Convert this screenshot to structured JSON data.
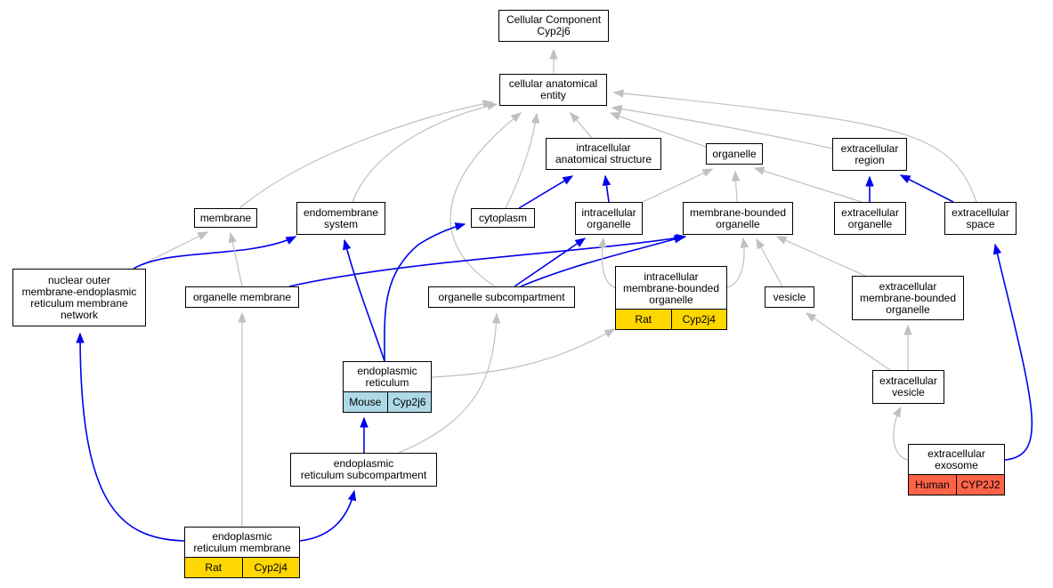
{
  "colors": {
    "is_a_edge": "#c0c0c0",
    "part_of_edge": "#0000ee",
    "rat_annotation": "#ffd700",
    "mouse_annotation": "#add8e6",
    "human_annotation": "#ff6347"
  },
  "nodes": {
    "root": {
      "label": "Cellular Component\nCyp2j6"
    },
    "cellular_anatomical_entity": {
      "label": "cellular anatomical\nentity"
    },
    "intracellular_anatomical_structure": {
      "label": "intracellular\nanatomical structure"
    },
    "organelle": {
      "label": "organelle"
    },
    "extracellular_region": {
      "label": "extracellular\nregion"
    },
    "membrane": {
      "label": "membrane"
    },
    "endomembrane_system": {
      "label": "endomembrane\nsystem"
    },
    "cytoplasm": {
      "label": "cytoplasm"
    },
    "intracellular_organelle": {
      "label": "intracellular\norganelle"
    },
    "membrane_bounded_organelle": {
      "label": "membrane-bounded\norganelle"
    },
    "extracellular_organelle": {
      "label": "extracellular\norganelle"
    },
    "extracellular_space": {
      "label": "extracellular\nspace"
    },
    "nuclear_outer_membrane_er_network": {
      "label": "nuclear outer\nmembrane-endoplasmic\nreticulum membrane\nnetwork"
    },
    "organelle_membrane": {
      "label": "organelle membrane"
    },
    "organelle_subcompartment": {
      "label": "organelle subcompartment"
    },
    "intracellular_membrane_bounded_organelle": {
      "label": "intracellular\nmembrane-bounded\norganelle",
      "annotation": {
        "species": "Rat",
        "gene": "Cyp2j4"
      }
    },
    "vesicle": {
      "label": "vesicle"
    },
    "extracellular_membrane_bounded_organelle": {
      "label": "extracellular\nmembrane-bounded\norganelle"
    },
    "endoplasmic_reticulum": {
      "label": "endoplasmic\nreticulum",
      "annotation": {
        "species": "Mouse",
        "gene": "Cyp2j6"
      }
    },
    "extracellular_vesicle": {
      "label": "extracellular\nvesicle"
    },
    "er_subcompartment": {
      "label": "endoplasmic\nreticulum subcompartment"
    },
    "extracellular_exosome": {
      "label": "extracellular\nexosome",
      "annotation": {
        "species": "Human",
        "gene": "CYP2J2"
      }
    },
    "er_membrane": {
      "label": "endoplasmic\nreticulum membrane",
      "annotation": {
        "species": "Rat",
        "gene": "Cyp2j4"
      }
    }
  },
  "edges": [
    {
      "from": "cellular_anatomical_entity",
      "to": "root",
      "relation": "is_a"
    },
    {
      "from": "intracellular_anatomical_structure",
      "to": "cellular_anatomical_entity",
      "relation": "is_a"
    },
    {
      "from": "organelle",
      "to": "cellular_anatomical_entity",
      "relation": "is_a"
    },
    {
      "from": "extracellular_region",
      "to": "cellular_anatomical_entity",
      "relation": "is_a"
    },
    {
      "from": "membrane",
      "to": "cellular_anatomical_entity",
      "relation": "is_a"
    },
    {
      "from": "endomembrane_system",
      "to": "cellular_anatomical_entity",
      "relation": "is_a"
    },
    {
      "from": "cytoplasm",
      "to": "cellular_anatomical_entity",
      "relation": "is_a"
    },
    {
      "from": "organelle_subcompartment",
      "to": "cellular_anatomical_entity",
      "relation": "is_a"
    },
    {
      "from": "extracellular_space",
      "to": "cellular_anatomical_entity",
      "relation": "is_a"
    },
    {
      "from": "cytoplasm",
      "to": "intracellular_anatomical_structure",
      "relation": "part_of"
    },
    {
      "from": "intracellular_organelle",
      "to": "intracellular_anatomical_structure",
      "relation": "part_of"
    },
    {
      "from": "intracellular_organelle",
      "to": "organelle",
      "relation": "is_a"
    },
    {
      "from": "membrane_bounded_organelle",
      "to": "organelle",
      "relation": "is_a"
    },
    {
      "from": "extracellular_organelle",
      "to": "organelle",
      "relation": "is_a"
    },
    {
      "from": "extracellular_organelle",
      "to": "extracellular_region",
      "relation": "part_of"
    },
    {
      "from": "extracellular_space",
      "to": "extracellular_region",
      "relation": "part_of"
    },
    {
      "from": "nuclear_outer_membrane_er_network",
      "to": "membrane",
      "relation": "is_a"
    },
    {
      "from": "nuclear_outer_membrane_er_network",
      "to": "endomembrane_system",
      "relation": "part_of"
    },
    {
      "from": "organelle_membrane",
      "to": "membrane",
      "relation": "is_a"
    },
    {
      "from": "organelle_membrane",
      "to": "membrane_bounded_organelle",
      "relation": "part_of"
    },
    {
      "from": "organelle_subcompartment",
      "to": "intracellular_organelle",
      "relation": "part_of"
    },
    {
      "from": "organelle_subcompartment",
      "to": "membrane_bounded_organelle",
      "relation": "part_of"
    },
    {
      "from": "intracellular_membrane_bounded_organelle",
      "to": "intracellular_organelle",
      "relation": "is_a"
    },
    {
      "from": "intracellular_membrane_bounded_organelle",
      "to": "membrane_bounded_organelle",
      "relation": "is_a"
    },
    {
      "from": "vesicle",
      "to": "membrane_bounded_organelle",
      "relation": "is_a"
    },
    {
      "from": "extracellular_membrane_bounded_organelle",
      "to": "membrane_bounded_organelle",
      "relation": "is_a"
    },
    {
      "from": "endoplasmic_reticulum",
      "to": "endomembrane_system",
      "relation": "part_of"
    },
    {
      "from": "endoplasmic_reticulum",
      "to": "cytoplasm",
      "relation": "part_of"
    },
    {
      "from": "endoplasmic_reticulum",
      "to": "intracellular_membrane_bounded_organelle",
      "relation": "is_a"
    },
    {
      "from": "extracellular_vesicle",
      "to": "vesicle",
      "relation": "is_a"
    },
    {
      "from": "extracellular_vesicle",
      "to": "extracellular_membrane_bounded_organelle",
      "relation": "is_a"
    },
    {
      "from": "er_subcompartment",
      "to": "endoplasmic_reticulum",
      "relation": "part_of"
    },
    {
      "from": "er_subcompartment",
      "to": "organelle_subcompartment",
      "relation": "is_a"
    },
    {
      "from": "extracellular_exosome",
      "to": "extracellular_vesicle",
      "relation": "is_a"
    },
    {
      "from": "extracellular_exosome",
      "to": "extracellular_space",
      "relation": "part_of"
    },
    {
      "from": "er_membrane",
      "to": "nuclear_outer_membrane_er_network",
      "relation": "part_of"
    },
    {
      "from": "er_membrane",
      "to": "organelle_membrane",
      "relation": "is_a"
    },
    {
      "from": "er_membrane",
      "to": "er_subcompartment",
      "relation": "part_of"
    }
  ]
}
